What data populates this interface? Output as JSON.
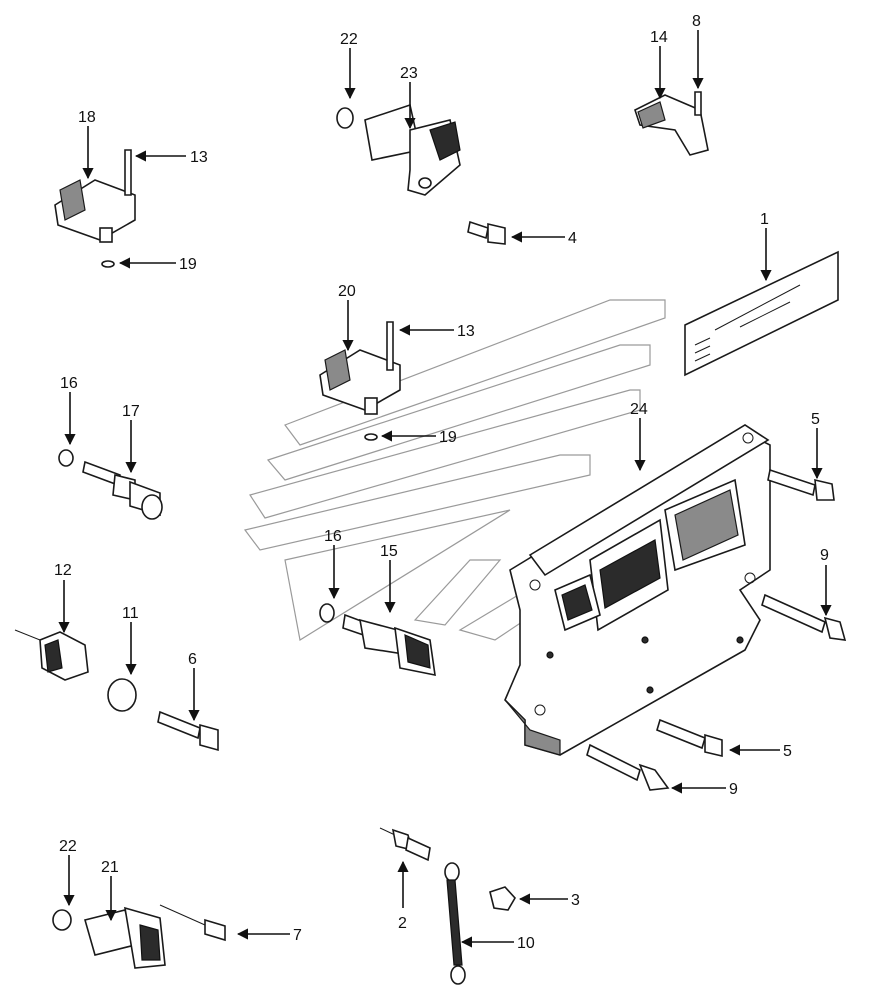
{
  "diagram": {
    "callouts": [
      {
        "id": "c1",
        "label": "1"
      },
      {
        "id": "c2",
        "label": "2"
      },
      {
        "id": "c3",
        "label": "3"
      },
      {
        "id": "c4",
        "label": "4"
      },
      {
        "id": "c5a",
        "label": "5"
      },
      {
        "id": "c5b",
        "label": "5"
      },
      {
        "id": "c6",
        "label": "6"
      },
      {
        "id": "c7",
        "label": "7"
      },
      {
        "id": "c8",
        "label": "8"
      },
      {
        "id": "c9a",
        "label": "9"
      },
      {
        "id": "c9b",
        "label": "9"
      },
      {
        "id": "c10",
        "label": "10"
      },
      {
        "id": "c11",
        "label": "11"
      },
      {
        "id": "c12",
        "label": "12"
      },
      {
        "id": "c13a",
        "label": "13"
      },
      {
        "id": "c13b",
        "label": "13"
      },
      {
        "id": "c14",
        "label": "14"
      },
      {
        "id": "c15",
        "label": "15"
      },
      {
        "id": "c16a",
        "label": "16"
      },
      {
        "id": "c16b",
        "label": "16"
      },
      {
        "id": "c17",
        "label": "17"
      },
      {
        "id": "c18",
        "label": "18"
      },
      {
        "id": "c19a",
        "label": "19"
      },
      {
        "id": "c19b",
        "label": "19"
      },
      {
        "id": "c20",
        "label": "20"
      },
      {
        "id": "c21",
        "label": "21"
      },
      {
        "id": "c22a",
        "label": "22"
      },
      {
        "id": "c22b",
        "label": "22"
      },
      {
        "id": "c23",
        "label": "23"
      },
      {
        "id": "c24",
        "label": "24"
      }
    ]
  }
}
